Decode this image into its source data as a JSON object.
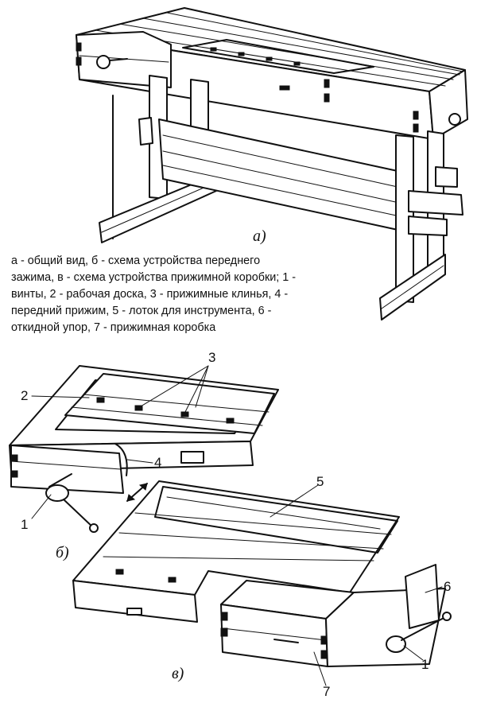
{
  "caption": "а - общий вид, б - схема устройства переднего\nзажима, в - схема устройства прижимной коробки; 1 -\nвинты, 2 - рабочая доска, 3 - прижимные клинья, 4 -\nпередний прижим, 5 - лоток для инструмента, 6 -\nоткидной упор, 7 - прижимная коробка",
  "figure_labels": {
    "a": "а)",
    "b": "б)",
    "v": "в)"
  },
  "callouts": {
    "n1_front": "1",
    "n2": "2",
    "n3": "3",
    "n4": "4",
    "n5": "5",
    "n6": "6",
    "n1_box": "1",
    "n7": "7"
  }
}
